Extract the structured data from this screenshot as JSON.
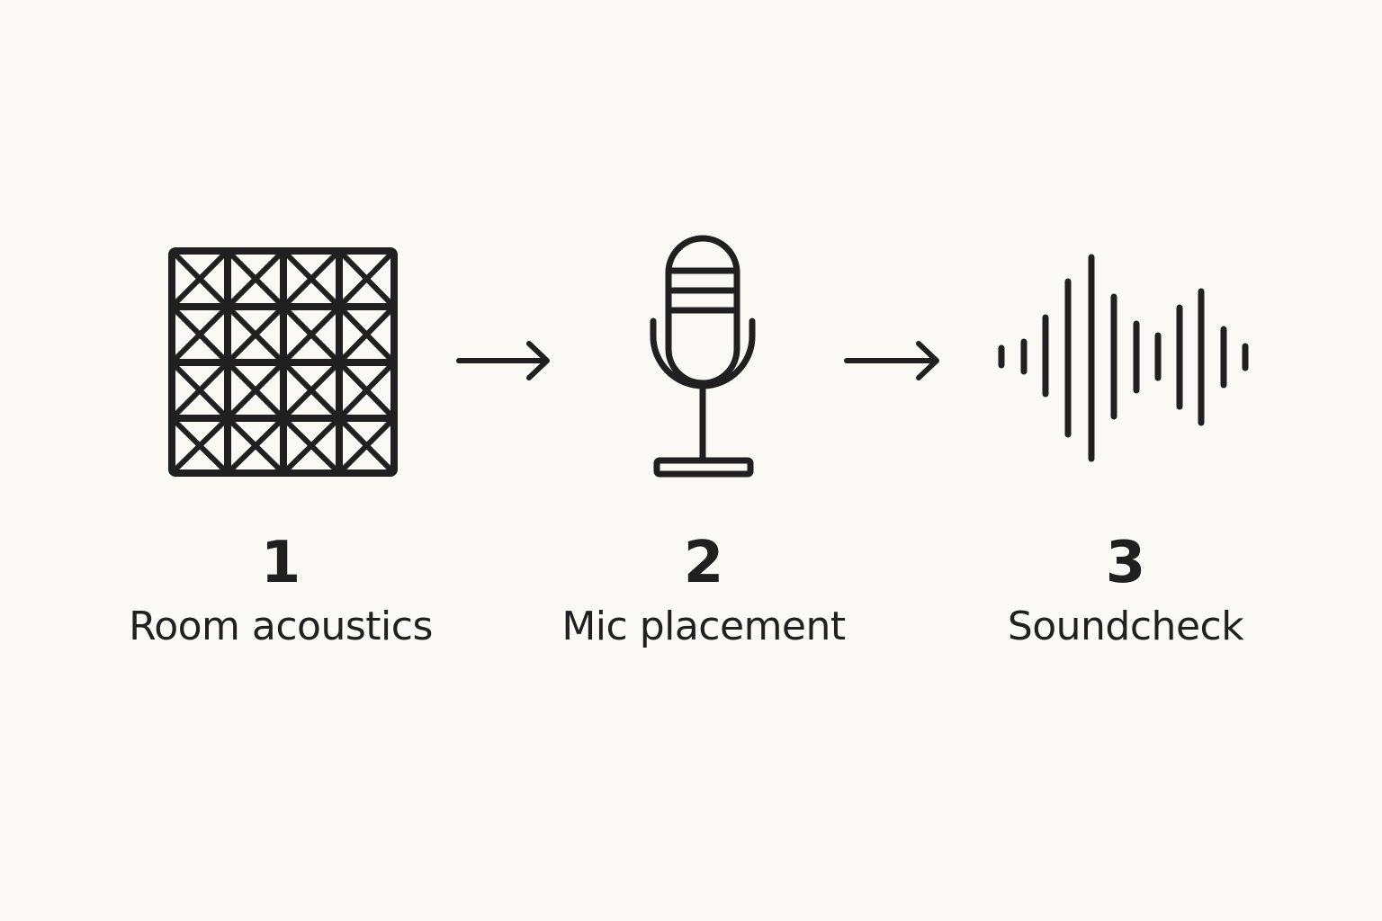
{
  "steps": [
    {
      "number": "1",
      "label": "Room acoustics",
      "icon": "acoustic-panel-icon"
    },
    {
      "number": "2",
      "label": "Mic placement",
      "icon": "microphone-icon"
    },
    {
      "number": "3",
      "label": "Soundcheck",
      "icon": "sound-wave-icon"
    }
  ],
  "connectors": [
    "arrow-right-icon",
    "arrow-right-icon"
  ],
  "colors": {
    "background": "#FAF9F5",
    "ink": "#202020"
  }
}
